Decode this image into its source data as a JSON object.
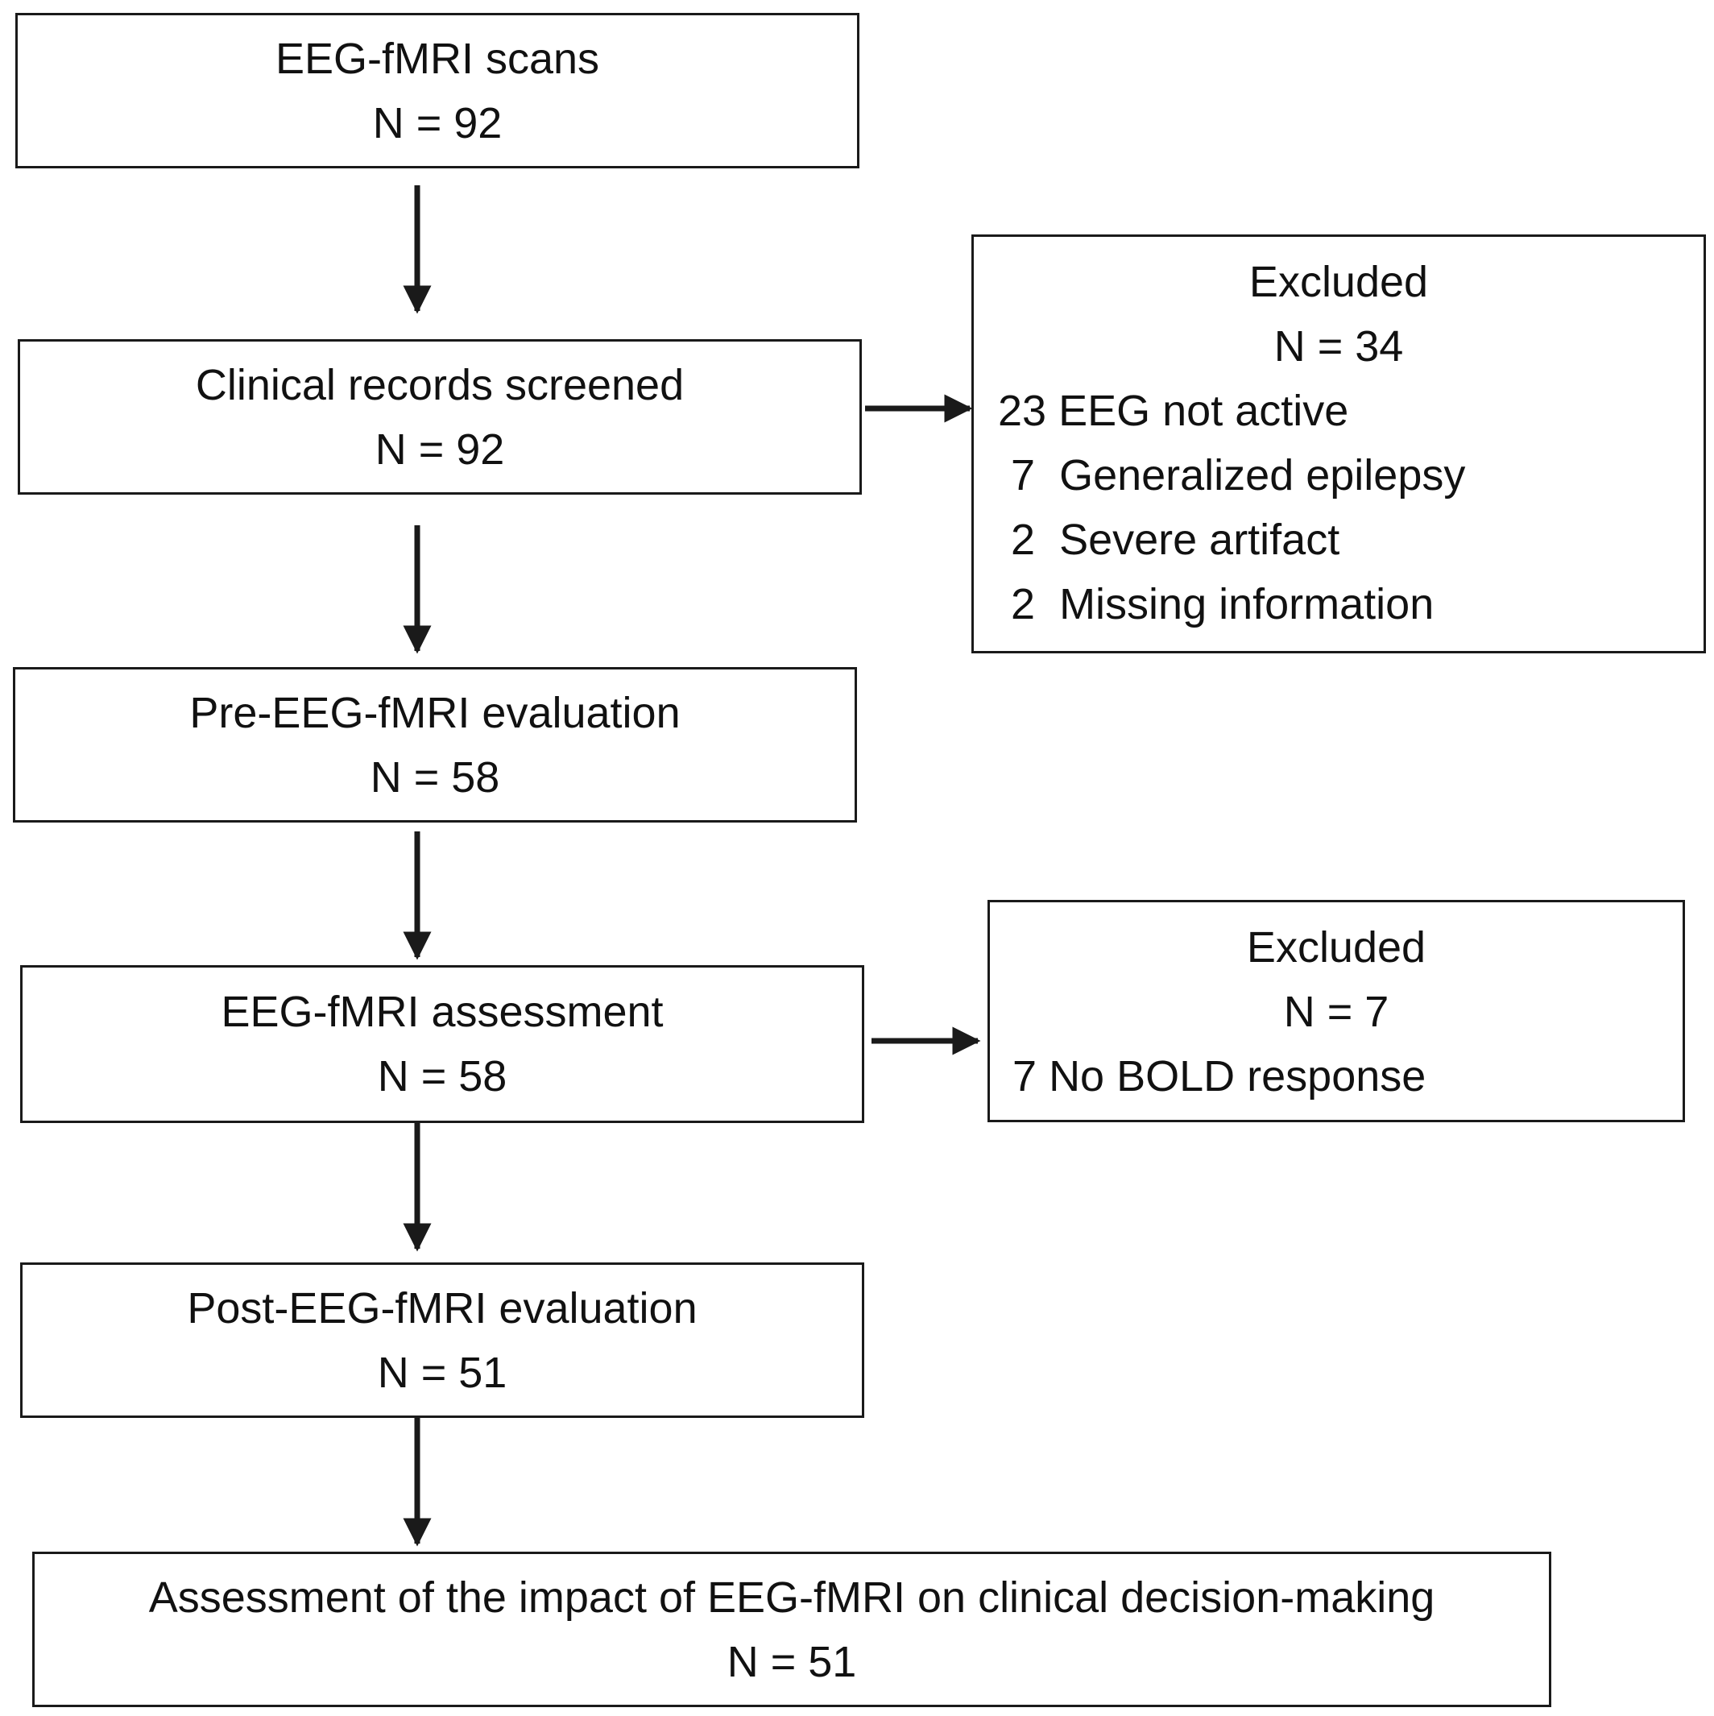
{
  "flow": {
    "step1": {
      "title": "EEG-fMRI scans",
      "n": "N =  92"
    },
    "step2": {
      "title": "Clinical records screened",
      "n": "N = 92"
    },
    "step3": {
      "title": "Pre-EEG-fMRI evaluation",
      "n": "N = 58"
    },
    "step4": {
      "title": "EEG-fMRI assessment",
      "n": "N = 58"
    },
    "step5": {
      "title": "Post-EEG-fMRI evaluation",
      "n": "N = 51"
    },
    "step6": {
      "title": "Assessment of the impact of EEG-fMRI on clinical decision-making",
      "n": "N = 51"
    }
  },
  "exclusions": {
    "first": {
      "title": "Excluded",
      "n": "N = 34",
      "items": [
        {
          "count": "23",
          "reason": "EEG not active"
        },
        {
          "count": "7",
          "reason": "Generalized epilepsy"
        },
        {
          "count": "2",
          "reason": "Severe artifact"
        },
        {
          "count": "2",
          "reason": "Missing information"
        }
      ]
    },
    "second": {
      "title": "Excluded",
      "n": "N = 7",
      "items": [
        {
          "count": "7",
          "reason": "No BOLD response"
        }
      ]
    }
  },
  "colors": {
    "stroke": "#1a1a1a",
    "background": "#ffffff"
  }
}
